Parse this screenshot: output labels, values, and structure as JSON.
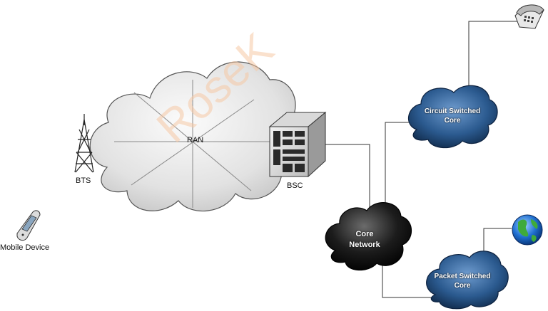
{
  "labels": {
    "ran": "RAN",
    "bts": "BTS",
    "bsc": "BSC",
    "mobile": "Mobile Device",
    "circuit_line1": "Circuit Switched",
    "circuit_line2": "Core",
    "core_line1": "Core",
    "core_line2": "Network",
    "packet_line1": "Packet Switched",
    "packet_line2": "Core"
  },
  "watermark": "RoseK",
  "icons": [
    "bts-tower-icon",
    "bsc-server-icon",
    "mobile-phone-icon",
    "telephone-icon",
    "globe-icon"
  ],
  "colors": {
    "ran_cloud": "#e6e6e6",
    "core_cloud": "#1a1a1a",
    "switched_cloud": "#244a78",
    "watermark": "#f6c9a6"
  }
}
